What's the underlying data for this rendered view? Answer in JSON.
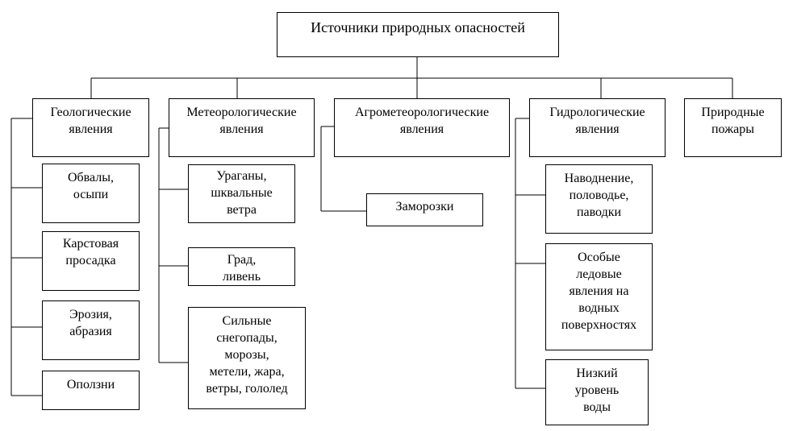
{
  "root": "Источники природных опасностей",
  "categories": {
    "geo": "Геологические\nявления",
    "meteo": "Метеорологические\nявления",
    "agro": "Агрометеорологические\nявления",
    "hydro": "Гидрологические\nявления",
    "fire": "Природные\nпожары"
  },
  "items": {
    "geo": [
      "Обвалы,\nосыпи",
      "Карстовая\nпросадка",
      "Эрозия,\nабразия",
      "Оползни"
    ],
    "meteo": [
      "Ураганы,\nшквальные\nветра",
      "Град,\nливень",
      "Сильные\nснегопады,\nморозы,\nметели, жара,\nветры, гололед"
    ],
    "agro": [
      "Заморозки"
    ],
    "hydro": [
      "Наводнение,\nполоводье,\nпаводки",
      "Особые\nледовые\nявления на\nводных\nповерхностях",
      "Низкий\nуровень\nводы"
    ]
  }
}
